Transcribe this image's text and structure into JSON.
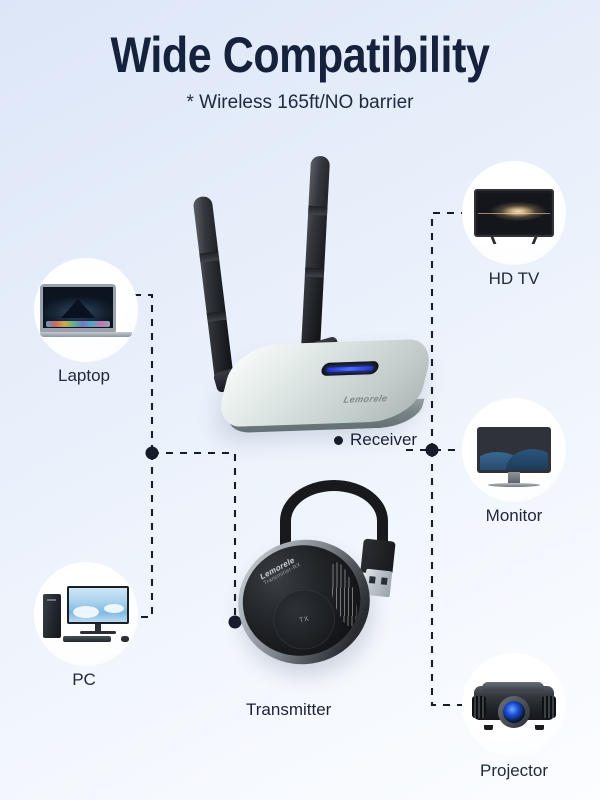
{
  "header": {
    "title": "Wide Compatibility",
    "subtitle": "* Wireless 165ft/NO barrier"
  },
  "devices": {
    "receiver_label": "Receiver",
    "transmitter_label": "Transmitter",
    "receiver_brand": "Lemorele",
    "transmitter_brand": "Lemorele",
    "transmitter_sub_brand": "Transmitter-RX",
    "transmitter_button_label": "TX"
  },
  "sources": [
    {
      "id": "laptop",
      "label": "Laptop",
      "icon": "laptop-icon"
    },
    {
      "id": "pc",
      "label": "PC",
      "icon": "desktop-pc-icon"
    }
  ],
  "outputs": [
    {
      "id": "hdtv",
      "label": "HD TV",
      "icon": "television-icon"
    },
    {
      "id": "monitor",
      "label": "Monitor",
      "icon": "monitor-icon"
    },
    {
      "id": "projector",
      "label": "Projector",
      "icon": "projector-icon"
    }
  ],
  "colors": {
    "title_text": "#16213c",
    "body_text": "#22293a",
    "connector": "#171c2b",
    "led_blue": "#3b55ff",
    "background_top_left": "#dde6f8",
    "background_bottom_right": "#fbfdff"
  }
}
